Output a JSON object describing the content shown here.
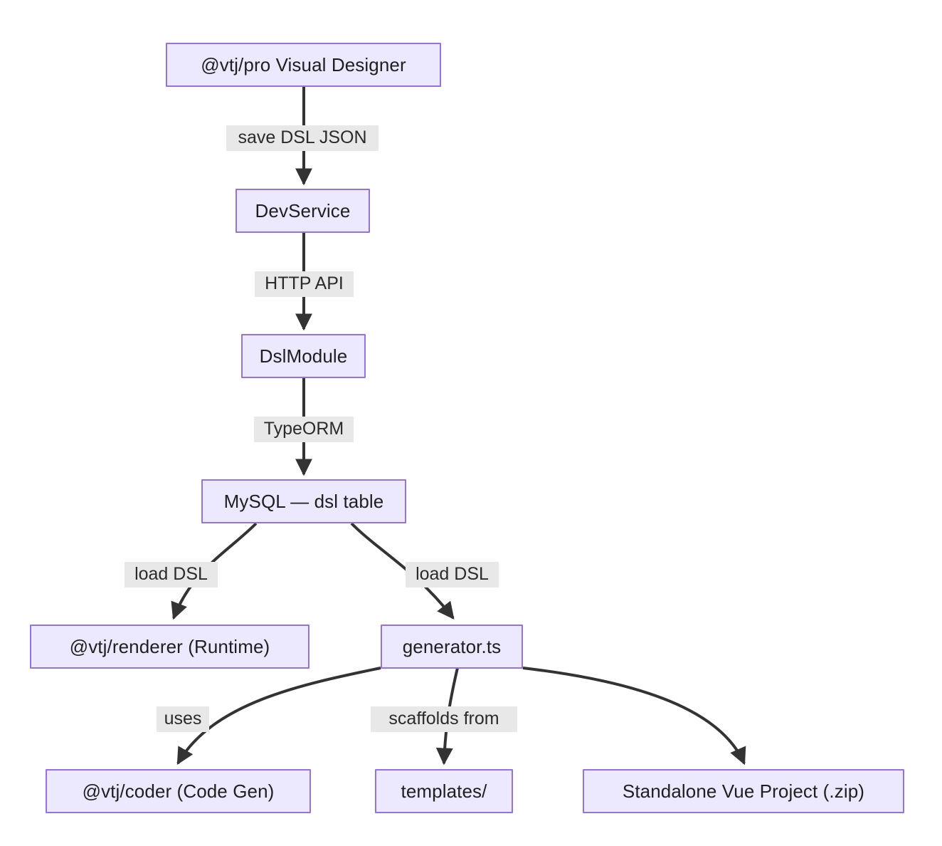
{
  "diagram": {
    "type": "flowchart",
    "direction": "top-down",
    "background_color": "#ffffff",
    "node_fill_color": "#ECE8FD",
    "node_border_color": "#9672E0",
    "edge_color": "#333333",
    "edge_label_background": "#E8E8E8",
    "nodes": [
      {
        "id": "designer",
        "label": "@vtj/pro Visual Designer"
      },
      {
        "id": "devservice",
        "label": "DevService"
      },
      {
        "id": "dslmodule",
        "label": "DslModule"
      },
      {
        "id": "mysql",
        "label": "MySQL — dsl table"
      },
      {
        "id": "renderer",
        "label": "@vtj/renderer (Runtime)"
      },
      {
        "id": "generator",
        "label": "generator.ts"
      },
      {
        "id": "coder",
        "label": "@vtj/coder (Code Gen)"
      },
      {
        "id": "templates",
        "label": "templates/"
      },
      {
        "id": "standalone",
        "label": "Standalone Vue Project (.zip)"
      }
    ],
    "edges": [
      {
        "from": "designer",
        "to": "devservice",
        "label": "save DSL JSON"
      },
      {
        "from": "devservice",
        "to": "dslmodule",
        "label": "HTTP API"
      },
      {
        "from": "dslmodule",
        "to": "mysql",
        "label": "TypeORM"
      },
      {
        "from": "mysql",
        "to": "renderer",
        "label": "load DSL"
      },
      {
        "from": "mysql",
        "to": "generator",
        "label": "load DSL"
      },
      {
        "from": "generator",
        "to": "coder",
        "label": "uses"
      },
      {
        "from": "generator",
        "to": "templates",
        "label": "scaffolds from"
      },
      {
        "from": "generator",
        "to": "standalone",
        "label": ""
      }
    ]
  }
}
